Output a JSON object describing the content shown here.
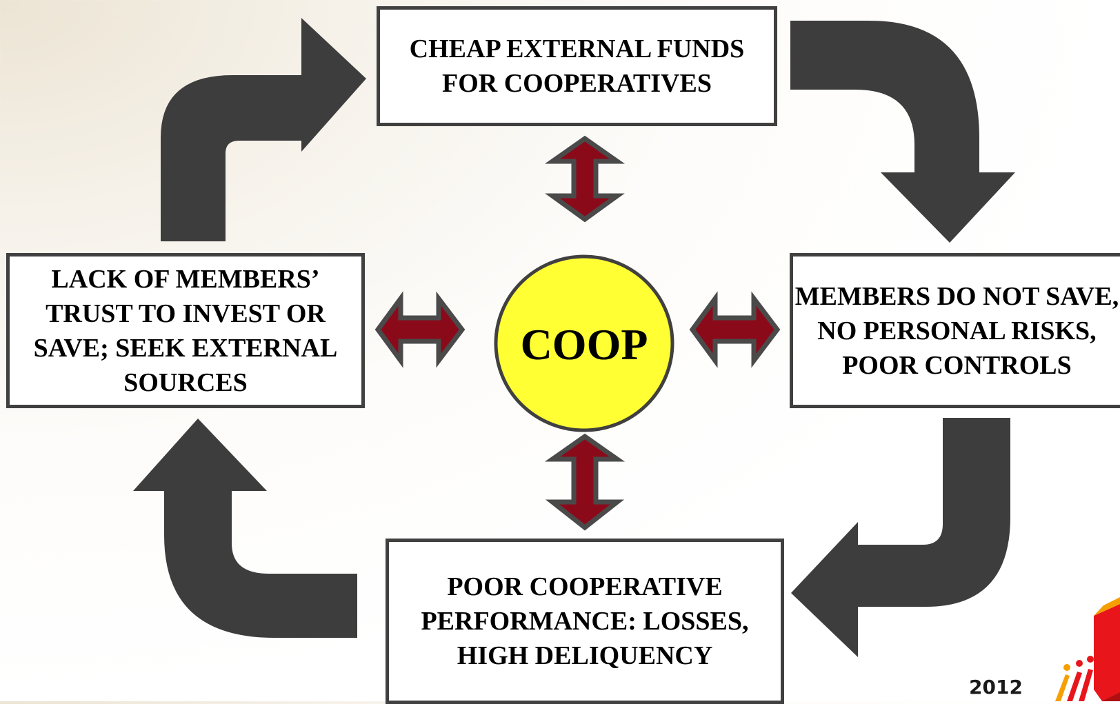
{
  "diagram": {
    "center": "COOP",
    "top_box": "CHEAP EXTERNAL FUNDS FOR COOPERATIVES",
    "right_box": "MEMBERS DO NOT SAVE, NO PERSONAL RISKS, POOR CONTROLS",
    "bottom_box": "POOR COOPERATIVE PERFORMANCE: LOSSES, HIGH DELIQUENCY",
    "left_box": "LACK OF MEMBERS’ TRUST TO INVEST OR SAVE; SEEK EXTERNAL SOURCES"
  },
  "footer": {
    "year": "2012"
  },
  "colors": {
    "cycle_arrow": "#3d3d3d",
    "double_arrow_fill": "#8b0a1a",
    "double_arrow_outline": "#4a4a4a",
    "center_fill": "#ffff33",
    "logo_red": "#e8161b",
    "logo_orange": "#f5a000"
  }
}
